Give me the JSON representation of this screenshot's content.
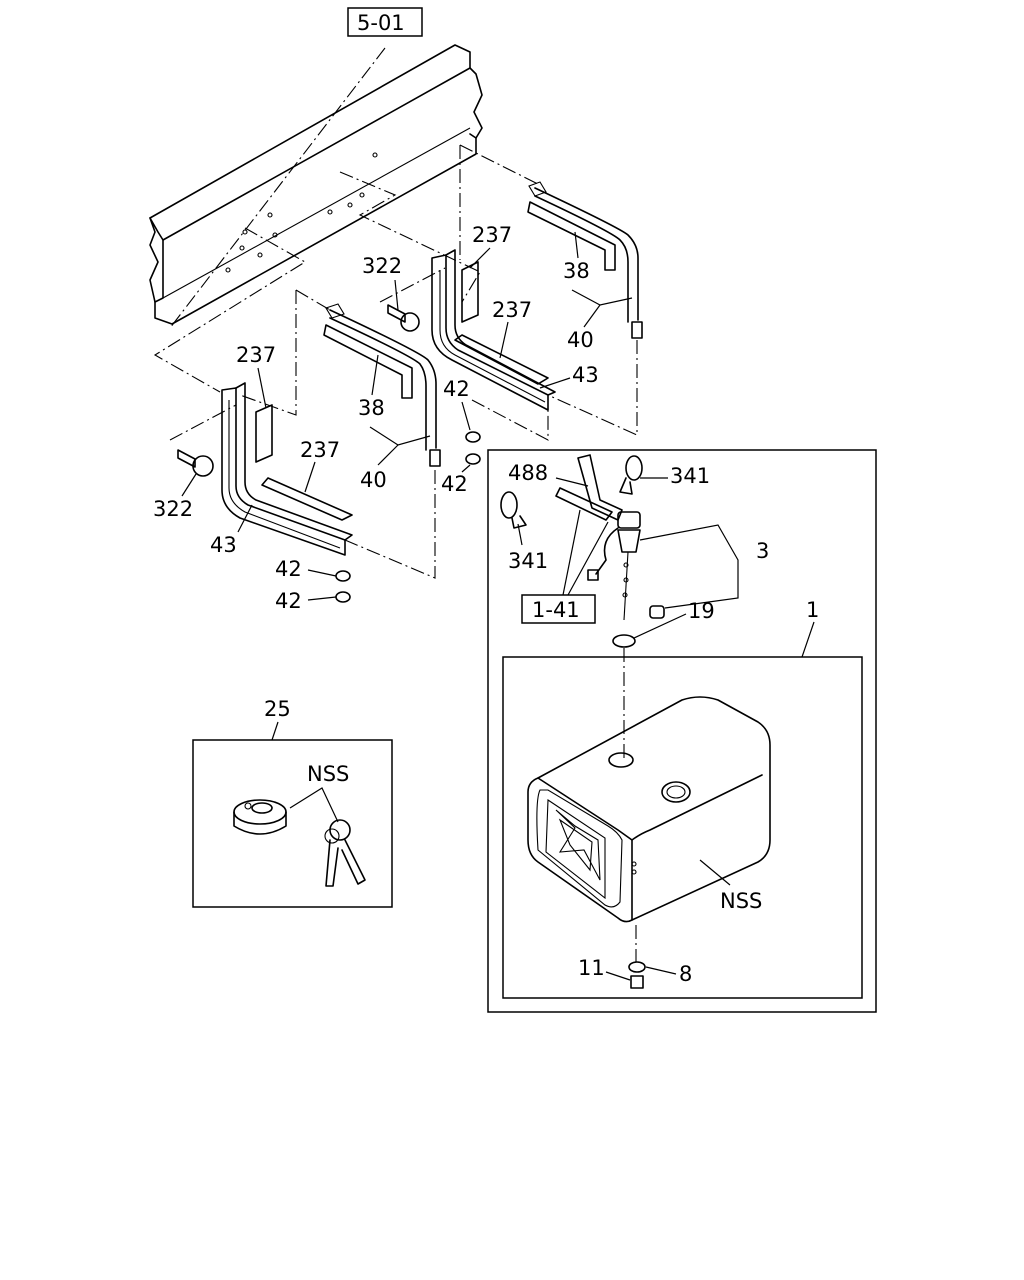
{
  "callouts": {
    "ref_frame": "5-01",
    "ref_sender": "1-41",
    "p237_a": "237",
    "p237_b": "237",
    "p237_c": "237",
    "p237_d": "237",
    "p322_a": "322",
    "p322_b": "322",
    "p38_a": "38",
    "p38_b": "38",
    "p40_a": "40",
    "p40_b": "40",
    "p43_a": "43",
    "p43_b": "43",
    "p42_a": "42",
    "p42_b": "42",
    "p42_c": "42",
    "p42_d": "42",
    "p488": "488",
    "p341_a": "341",
    "p341_b": "341",
    "p3": "3",
    "p19": "19",
    "p1": "1",
    "p25": "25",
    "nss_cap": "NSS",
    "nss_tank": "NSS",
    "p11": "11",
    "p8": "8"
  }
}
